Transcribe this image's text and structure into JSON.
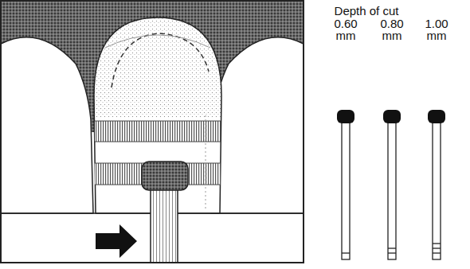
{
  "diagram": {
    "labels": [
      "Depth of cut",
      "0.60 mm",
      "0.80 mm",
      "1.00 mm"
    ]
  }
}
